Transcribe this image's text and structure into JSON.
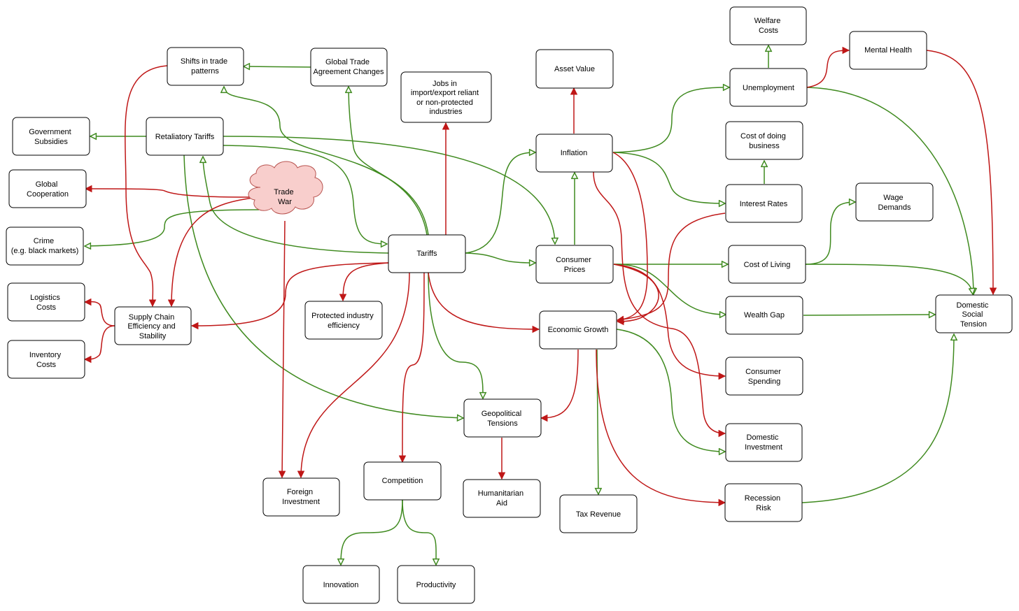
{
  "colors": {
    "green": "#3f8a1f",
    "red": "#bf1717",
    "cloud_fill": "#f8cecc",
    "cloud_stroke": "#b85450"
  },
  "nodes": {
    "welfare_costs": [
      "Welfare",
      "Costs"
    ],
    "mental_health": [
      "Mental Health"
    ],
    "asset_value": [
      "Asset Value"
    ],
    "shifts_trade": [
      "Shifts in trade",
      "patterns"
    ],
    "global_trade_agreement": [
      "Global Trade",
      "Agreement Changes"
    ],
    "jobs": [
      "Jobs in",
      "import/export reliant",
      "or non-protected",
      "industries"
    ],
    "unemployment": [
      "Unemployment"
    ],
    "government_subsidies": [
      "Government",
      "Subsidies"
    ],
    "retaliatory_tariffs": [
      "Retaliatory Tariffs"
    ],
    "inflation": [
      "Inflation"
    ],
    "cost_of_doing_business": [
      "Cost of doing",
      "business"
    ],
    "global_cooperation": [
      "Global",
      "Cooperation"
    ],
    "trade_war": [
      "Trade",
      "War"
    ],
    "interest_rates": [
      "Interest Rates"
    ],
    "wage_demands": [
      "Wage",
      "Demands"
    ],
    "crime": [
      "Crime",
      "(e.g. black markets)"
    ],
    "tariffs": [
      "Tariffs"
    ],
    "consumer_prices": [
      "Consumer",
      "Prices"
    ],
    "cost_of_living": [
      "Cost of Living"
    ],
    "logistics_costs": [
      "Logistics",
      "Costs"
    ],
    "supply_chain": [
      "Supply Chain",
      "Efficiency and",
      "Stability"
    ],
    "protected_industry": [
      "Protected industry",
      "efficiency"
    ],
    "economic_growth": [
      "Economic Growth"
    ],
    "wealth_gap": [
      "Wealth Gap"
    ],
    "domestic_social_tension": [
      "Domestic",
      "Social",
      "Tension"
    ],
    "inventory_costs": [
      "Inventory",
      "Costs"
    ],
    "consumer_spending": [
      "Consumer",
      "Spending"
    ],
    "geopolitical_tensions": [
      "Geopolitical",
      "Tensions"
    ],
    "domestic_investment": [
      "Domestic",
      "Investment"
    ],
    "foreign_investment": [
      "Foreign",
      "Investment"
    ],
    "competition": [
      "Competition"
    ],
    "humanitarian_aid": [
      "Humanitarian",
      "Aid"
    ],
    "tax_revenue": [
      "Tax Revenue"
    ],
    "recession_risk": [
      "Recession",
      "Risk"
    ],
    "innovation": [
      "Innovation"
    ],
    "productivity": [
      "Productivity"
    ]
  },
  "edges": [
    {
      "from": "global_trade_agreement",
      "to": "shifts_trade",
      "effect": "positive"
    },
    {
      "from": "retaliatory_tariffs",
      "to": "government_subsidies",
      "effect": "positive"
    },
    {
      "from": "retaliatory_tariffs",
      "to": "tariffs",
      "effect": "positive"
    },
    {
      "from": "retaliatory_tariffs",
      "to": "consumer_prices",
      "effect": "positive"
    },
    {
      "from": "retaliatory_tariffs",
      "to": "geopolitical_tensions",
      "effect": "positive"
    },
    {
      "from": "shifts_trade",
      "to": "supply_chain",
      "effect": "negative"
    },
    {
      "from": "trade_war",
      "to": "global_cooperation",
      "effect": "negative"
    },
    {
      "from": "trade_war",
      "to": "crime",
      "effect": "positive"
    },
    {
      "from": "trade_war",
      "to": "supply_chain",
      "effect": "negative"
    },
    {
      "from": "trade_war",
      "to": "foreign_investment",
      "effect": "negative"
    },
    {
      "from": "tariffs",
      "to": "shifts_trade",
      "effect": "positive"
    },
    {
      "from": "tariffs",
      "to": "global_trade_agreement",
      "effect": "positive"
    },
    {
      "from": "tariffs",
      "to": "jobs",
      "effect": "negative"
    },
    {
      "from": "tariffs",
      "to": "retaliatory_tariffs",
      "effect": "positive"
    },
    {
      "from": "tariffs",
      "to": "inflation",
      "effect": "positive"
    },
    {
      "from": "tariffs",
      "to": "consumer_prices",
      "effect": "positive"
    },
    {
      "from": "tariffs",
      "to": "supply_chain",
      "effect": "negative"
    },
    {
      "from": "tariffs",
      "to": "protected_industry",
      "effect": "negative"
    },
    {
      "from": "tariffs",
      "to": "economic_growth",
      "effect": "negative"
    },
    {
      "from": "tariffs",
      "to": "geopolitical_tensions",
      "effect": "positive"
    },
    {
      "from": "tariffs",
      "to": "competition",
      "effect": "negative"
    },
    {
      "from": "tariffs",
      "to": "foreign_investment",
      "effect": "negative"
    },
    {
      "from": "consumer_prices",
      "to": "inflation",
      "effect": "positive"
    },
    {
      "from": "consumer_prices",
      "to": "cost_of_living",
      "effect": "positive"
    },
    {
      "from": "consumer_prices",
      "to": "wealth_gap",
      "effect": "positive"
    },
    {
      "from": "consumer_prices",
      "to": "consumer_spending",
      "effect": "negative"
    },
    {
      "from": "consumer_prices",
      "to": "economic_growth",
      "effect": "negative"
    },
    {
      "from": "inflation",
      "to": "asset_value",
      "effect": "negative"
    },
    {
      "from": "inflation",
      "to": "unemployment",
      "effect": "positive"
    },
    {
      "from": "inflation",
      "to": "interest_rates",
      "effect": "positive"
    },
    {
      "from": "inflation",
      "to": "economic_growth",
      "effect": "negative"
    },
    {
      "from": "inflation",
      "to": "domestic_investment",
      "effect": "negative"
    },
    {
      "from": "unemployment",
      "to": "welfare_costs",
      "effect": "positive"
    },
    {
      "from": "unemployment",
      "to": "mental_health",
      "effect": "negative"
    },
    {
      "from": "unemployment",
      "to": "domestic_social_tension",
      "effect": "positive"
    },
    {
      "from": "mental_health",
      "to": "domestic_social_tension",
      "effect": "negative"
    },
    {
      "from": "interest_rates",
      "to": "cost_of_doing_business",
      "effect": "positive"
    },
    {
      "from": "interest_rates",
      "to": "economic_growth",
      "effect": "negative"
    },
    {
      "from": "cost_of_living",
      "to": "wage_demands",
      "effect": "positive"
    },
    {
      "from": "cost_of_living",
      "to": "domestic_social_tension",
      "effect": "positive"
    },
    {
      "from": "wealth_gap",
      "to": "domestic_social_tension",
      "effect": "positive"
    },
    {
      "from": "supply_chain",
      "to": "logistics_costs",
      "effect": "negative"
    },
    {
      "from": "supply_chain",
      "to": "inventory_costs",
      "effect": "negative"
    },
    {
      "from": "economic_growth",
      "to": "geopolitical_tensions",
      "effect": "negative"
    },
    {
      "from": "economic_growth",
      "to": "tax_revenue",
      "effect": "positive"
    },
    {
      "from": "economic_growth",
      "to": "domestic_investment",
      "effect": "positive"
    },
    {
      "from": "economic_growth",
      "to": "recession_risk",
      "effect": "negative"
    },
    {
      "from": "recession_risk",
      "to": "domestic_social_tension",
      "effect": "positive"
    },
    {
      "from": "geopolitical_tensions",
      "to": "humanitarian_aid",
      "effect": "negative"
    },
    {
      "from": "competition",
      "to": "innovation",
      "effect": "positive"
    },
    {
      "from": "competition",
      "to": "productivity",
      "effect": "positive"
    }
  ]
}
